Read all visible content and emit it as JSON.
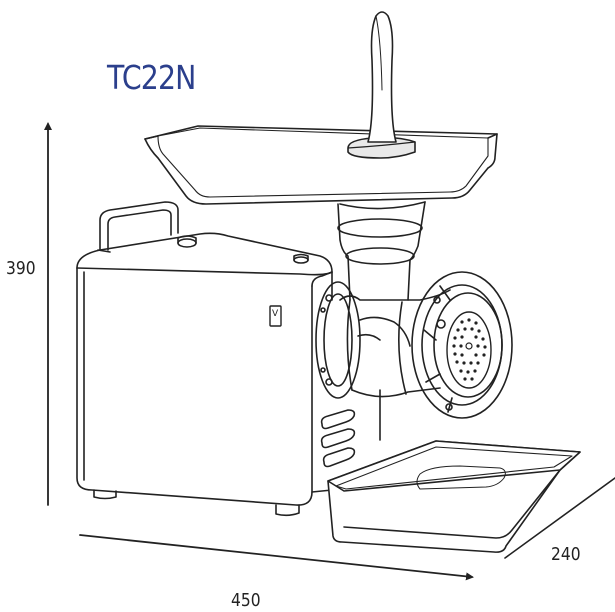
{
  "model": {
    "name": "TC22N"
  },
  "dimensions": {
    "height": "390",
    "width": "450",
    "depth": "240"
  },
  "motor_plate_label": "V",
  "colors": {
    "title": "#2b3f8c",
    "line": "#222222",
    "shade": "#e9e9e9",
    "background": "#ffffff"
  }
}
